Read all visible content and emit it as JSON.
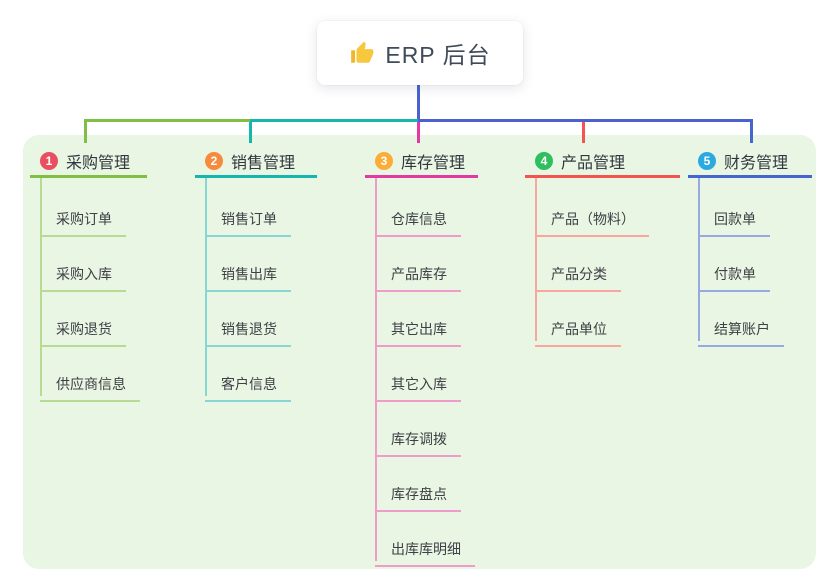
{
  "root": {
    "label": "ERP 后台",
    "icon": "thumbs-up-icon",
    "icon_color": "#f2b52c",
    "line_color": "#4b61d1"
  },
  "branches": [
    {
      "badge": "1",
      "label": "采购管理",
      "badge_color": "#e94f5f",
      "line_color": "#7fc044",
      "child_line_color": "#b7db92",
      "children": [
        "采购订单",
        "采购入库",
        "采购退货",
        "供应商信息"
      ]
    },
    {
      "badge": "2",
      "label": "销售管理",
      "badge_color": "#f68b3d",
      "line_color": "#14b6ae",
      "child_line_color": "#88d6d1",
      "children": [
        "销售订单",
        "销售出库",
        "销售退货",
        "客户信息"
      ]
    },
    {
      "badge": "3",
      "label": "库存管理",
      "badge_color": "#fbad38",
      "line_color": "#e23aa0",
      "child_line_color": "#ef9ccb",
      "children": [
        "仓库信息",
        "产品库存",
        "其它出库",
        "其它入库",
        "库存调拨",
        "库存盘点",
        "出库库明细"
      ]
    },
    {
      "badge": "4",
      "label": "产品管理",
      "badge_color": "#2fbf5f",
      "line_color": "#f4544e",
      "child_line_color": "#f9a5a0",
      "children": [
        "产品（物料）",
        "产品分类",
        "产品单位"
      ]
    },
    {
      "badge": "5",
      "label": "财务管理",
      "badge_color": "#2ba9e1",
      "line_color": "#4565cf",
      "child_line_color": "#96a9e2",
      "children": [
        "回款单",
        "付款单",
        "结算账户"
      ]
    }
  ],
  "colors": {
    "panel_background": "#eaf6e4",
    "root_card_background": "#ffffff",
    "root_text": "#3f4a5a",
    "branch_title_text": "#32373f",
    "child_text": "#3d4045"
  }
}
